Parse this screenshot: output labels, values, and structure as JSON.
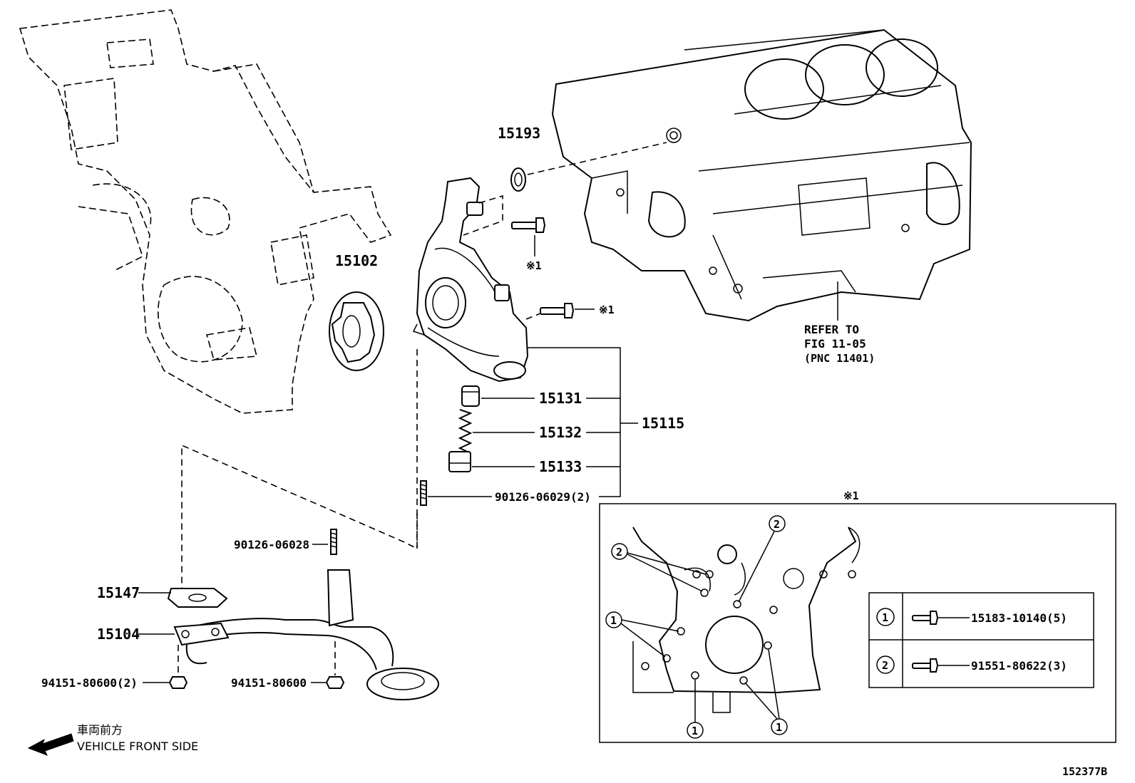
{
  "parts": {
    "p15193": "15193",
    "p15102": "15102",
    "p15131": "15131",
    "p15132": "15132",
    "p15133": "15133",
    "p15115": "15115",
    "p90126_06029": "90126-06029(2)",
    "p90126_06028": "90126-06028",
    "p15147": "15147",
    "p15104": "15104",
    "p94151_2": "94151-80600(2)",
    "p94151": "94151-80600"
  },
  "notes": {
    "mark1": "※1",
    "refer_line1": "REFER TO",
    "refer_line2": "FIG 11-05",
    "refer_line3": "(PNC 11401)"
  },
  "detail": {
    "title": "※1",
    "callout1": "1",
    "callout2": "2",
    "legend": [
      {
        "mark": "1",
        "part": "15183-10140(5)"
      },
      {
        "mark": "2",
        "part": "91551-80622(3)"
      }
    ]
  },
  "direction": {
    "japanese": "車両前方",
    "english": "VEHICLE FRONT SIDE"
  },
  "figure_number": "152377B"
}
